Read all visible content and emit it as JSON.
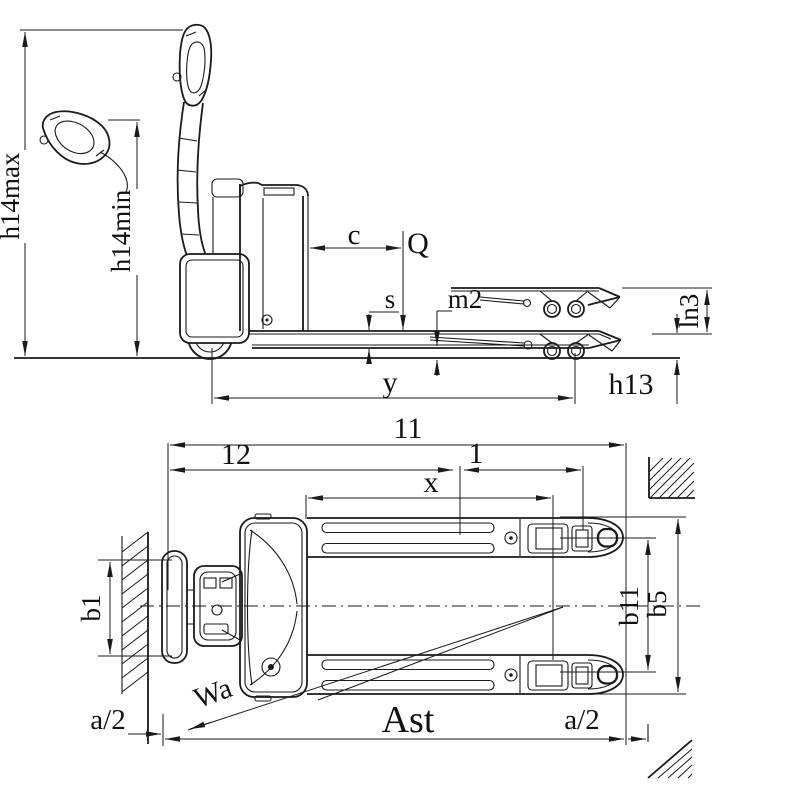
{
  "drawing": {
    "kind": "electric pallet truck dimensional diagram",
    "colors": {
      "ink": "#1a1a1a",
      "background": "#ffffff"
    },
    "side_view": {
      "labels": {
        "h14max": "h14max",
        "h14min": "h14min",
        "c": "c",
        "q": "Q",
        "s": "s",
        "m2": "m2",
        "ln3": "ln3",
        "h13": "h13",
        "y": "y"
      }
    },
    "plan_view": {
      "labels": {
        "l1": "11",
        "l2": "12",
        "l": "1",
        "x": "x",
        "b1": "b1",
        "b11": "b11",
        "b5": "b5",
        "wa": "Wa",
        "a2_left": "a/2",
        "ast": "Ast",
        "a2_right": "a/2"
      }
    }
  }
}
